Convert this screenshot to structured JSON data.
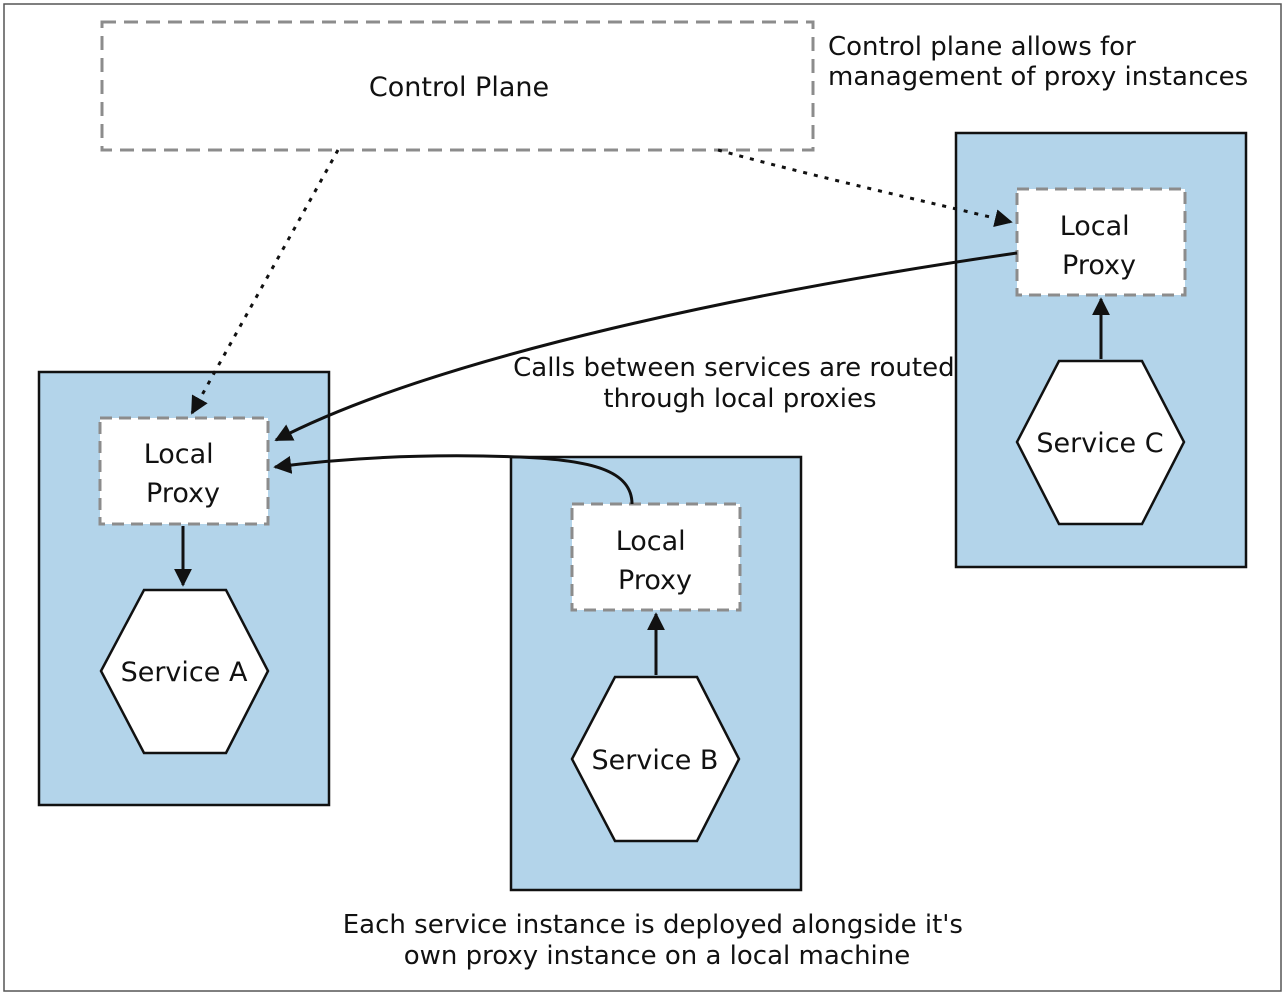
{
  "control_plane": {
    "label": "Control Plane"
  },
  "notes": {
    "control_plane_note": [
      "Control plane allows for",
      "management of proxy instances"
    ],
    "routing_note": [
      "Calls between services are routed",
      "through local proxies"
    ],
    "deployment_note": [
      "Each service instance is deployed alongside it's",
      "own proxy instance on a local machine"
    ]
  },
  "machines": {
    "a": {
      "proxy_label": [
        "Local",
        "Proxy"
      ],
      "service_label": "Service A"
    },
    "b": {
      "proxy_label": [
        "Local",
        "Proxy"
      ],
      "service_label": "Service B"
    },
    "c": {
      "proxy_label": [
        "Local",
        "Proxy"
      ],
      "service_label": "Service C"
    }
  },
  "colors": {
    "machine_fill": "#b3d4ea",
    "proxy_fill": "#ffffff",
    "dashed_border": "#8c8c8c",
    "line": "#111111"
  }
}
